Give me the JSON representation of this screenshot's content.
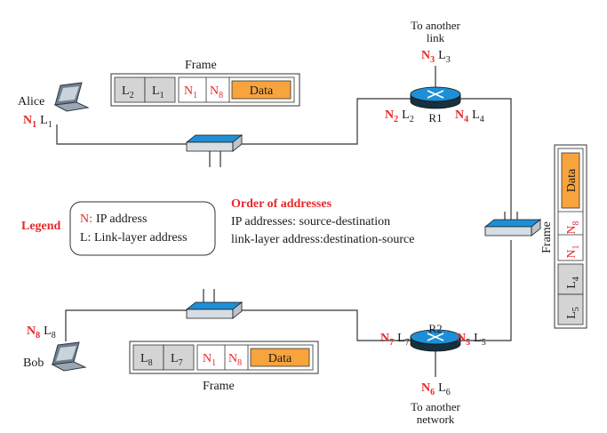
{
  "frame_caption": "Frame",
  "data_label": "Data",
  "hosts": {
    "alice": {
      "name": "Alice",
      "ip": "N",
      "ip_sub": "1",
      "link": "L",
      "link_sub": "1"
    },
    "bob": {
      "name": "Bob",
      "ip": "N",
      "ip_sub": "8",
      "link": "L",
      "link_sub": "8"
    }
  },
  "routers": {
    "r1": {
      "name": "R1",
      "left": {
        "ip": "N",
        "ip_sub": "2",
        "link": "L",
        "link_sub": "2"
      },
      "right": {
        "ip": "N",
        "ip_sub": "4",
        "link": "L",
        "link_sub": "4"
      },
      "top": {
        "ip": "N",
        "ip_sub": "3",
        "link": "L",
        "link_sub": "3"
      },
      "top_caption_1": "To another",
      "top_caption_2": "link"
    },
    "r2": {
      "name": "R2",
      "left": {
        "ip": "N",
        "ip_sub": "7",
        "link": "L",
        "link_sub": "7"
      },
      "right": {
        "ip": "N",
        "ip_sub": "5",
        "link": "L",
        "link_sub": "5"
      },
      "bottom": {
        "ip": "N",
        "ip_sub": "6",
        "link": "L",
        "link_sub": "6"
      },
      "bottom_caption_1": "To another",
      "bottom_caption_2": "network"
    }
  },
  "frames": {
    "top": {
      "link_dst": "2",
      "link_src": "1",
      "ip_src": "1",
      "ip_dst": "8"
    },
    "right": {
      "link_dst": "5",
      "link_src": "4",
      "ip_src": "1",
      "ip_dst": "8"
    },
    "bottom": {
      "link_dst": "8",
      "link_src": "7",
      "ip_src": "1",
      "ip_dst": "8"
    }
  },
  "legend": {
    "title": "Legend",
    "n_key": "N:",
    "n_text": "IP address",
    "l_text": "L: Link-layer address"
  },
  "order": {
    "title": "Order of addresses",
    "line1": "IP addresses: source-destination",
    "line2": "link-layer address:destination-source"
  },
  "colors": {
    "red": "#e8282b",
    "data_fill": "#f7a43d",
    "gray_cell": "#d4d4d4",
    "switch_top": "#1e8fd6",
    "router": "#1e8fd6"
  }
}
